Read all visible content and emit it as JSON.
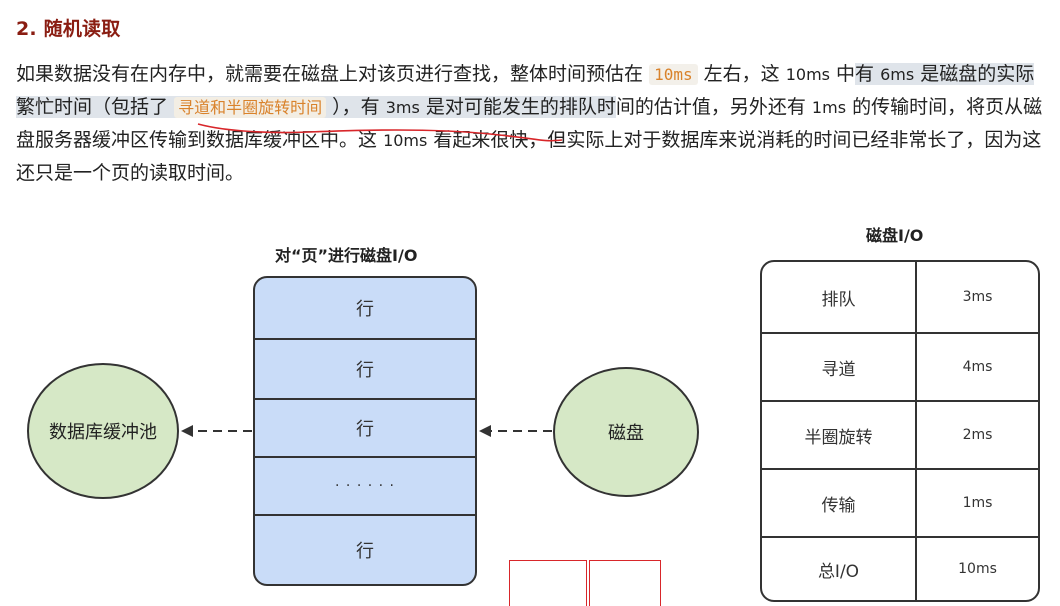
{
  "heading": "2. 随机读取",
  "paragraph": {
    "t1": "如果数据没有在内存中，就需要在磁盘上对该页进行查找，整体时间预估在",
    "code": "10ms",
    "t2": "左右，这",
    "n1": "10ms",
    "t3": "中",
    "h1": "有",
    "n2": "6ms",
    "h2": "是磁盘的实际繁忙时间（包括了",
    "chip": "寻道和半圈旋转时间",
    "h3": "），有",
    "n3": "3ms",
    "h4": "是对可能发生的排队时",
    "t4": "间的估计值，另外还有",
    "n4": "1ms",
    "t5": "的传输时间，将页从磁盘服务器缓冲区传输到数据库缓冲区中。这",
    "n5": "10ms",
    "t6": "看起来很快，但实际上对于数据库来说消耗的时间已经非常长了，因为这还只是一个页的读取时间。"
  },
  "diagram": {
    "title": "对“页”进行磁盘I/O",
    "rows": [
      "行",
      "行",
      "行",
      "· · · · · ·",
      "行"
    ],
    "left_node": "数据库缓冲池",
    "right_node": "磁盘"
  },
  "table": {
    "title": "磁盘I/O",
    "rows": [
      {
        "label": "排队",
        "value": "3ms"
      },
      {
        "label": "寻道",
        "value": "4ms"
      },
      {
        "label": "半圈旋转",
        "value": "2ms"
      },
      {
        "label": "传输",
        "value": "1ms"
      },
      {
        "label": "总I/O",
        "value": "10ms"
      }
    ]
  },
  "colors": {
    "heading": "#8a1d12",
    "code_text": "#d9822b",
    "highlight": "#dfe4ea",
    "stack_fill": "#c9dcf8",
    "node_fill": "#d6e8c6",
    "annotation": "#d8262a"
  }
}
